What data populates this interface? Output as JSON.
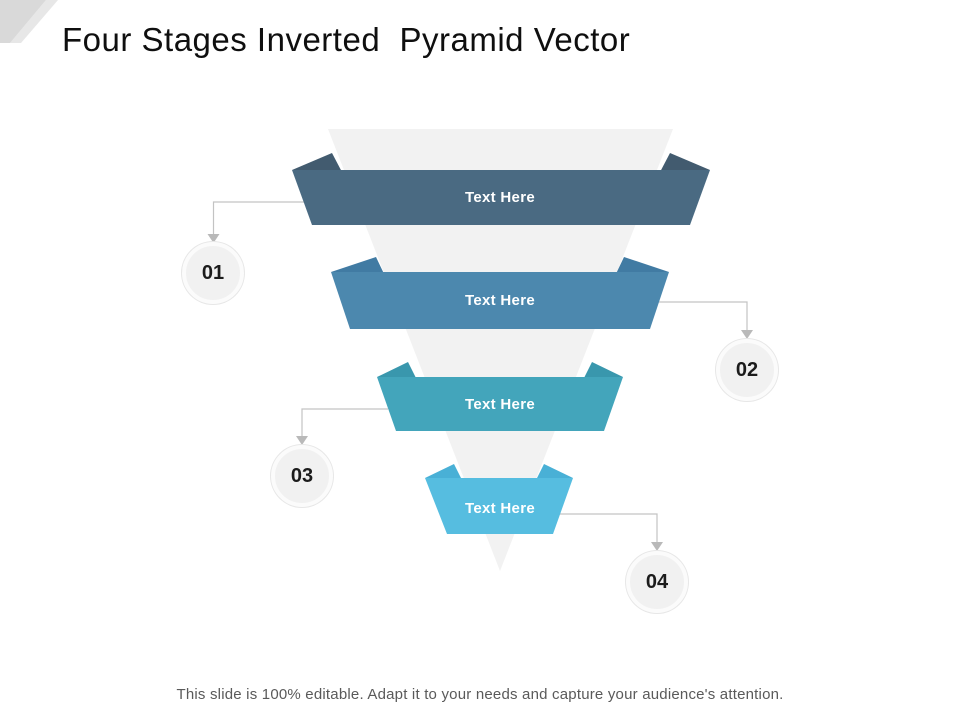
{
  "slide": {
    "title": "Four Stages Inverted  Pyramid Vector",
    "footer": "This slide is 100% editable. Adapt it to your needs and capture your audience's attention."
  },
  "stages": [
    {
      "number": "01",
      "label": "Text Here",
      "color": "#4a6a82",
      "fold_color": "#425b6f"
    },
    {
      "number": "02",
      "label": "Text Here",
      "color": "#4c88ae",
      "fold_color": "#417ba3"
    },
    {
      "number": "03",
      "label": "Text Here",
      "color": "#43a5bb",
      "fold_color": "#3997ad"
    },
    {
      "number": "04",
      "label": "Text Here",
      "color": "#56bde0",
      "fold_color": "#49b0d6"
    }
  ],
  "colors": {
    "pyramid_fill": "#f2f2f2",
    "connector": "#c3c3c3",
    "connector_arrow": "#b9b9b9",
    "corner_main": "#d9d9d9",
    "corner_stripe": "#e7e7e7"
  }
}
